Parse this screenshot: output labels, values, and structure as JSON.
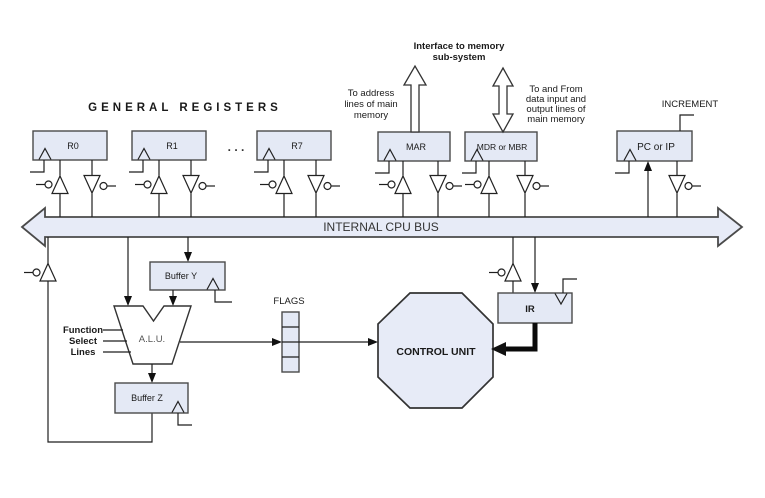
{
  "diagram": {
    "general_registers_title": "GENERAL  REGISTERS",
    "ellipsis": ".  .  .",
    "bus_label": "INTERNAL CPU BUS",
    "increment_label": "INCREMENT",
    "interface_note": [
      "Interface to memory",
      "sub-system"
    ],
    "mar_note": [
      "To address",
      "lines of main",
      "memory"
    ],
    "mdr_note": [
      "To and From",
      "data input and",
      "output lines of",
      "main memory"
    ],
    "registers": {
      "r0": "R0",
      "r1": "R1",
      "r7": "R7",
      "mar": "MAR",
      "mdr": "MDR or MBR",
      "pc": "PC or IP"
    },
    "buffer_y": "Buffer Y",
    "buffer_z": "Buffer Z",
    "alu": "A.L.U.",
    "function_select": [
      "Function",
      "Select",
      "Lines"
    ],
    "flags_label": "FLAGS",
    "control_unit": "CONTROL UNIT",
    "ir": "IR"
  },
  "colors": {
    "box_fill": "#e4e9f5",
    "bus_fill": "#e7ebf7",
    "box_border": "#4a4a4a",
    "wire": "#1f1f1f",
    "text": "#1a1a1a"
  }
}
